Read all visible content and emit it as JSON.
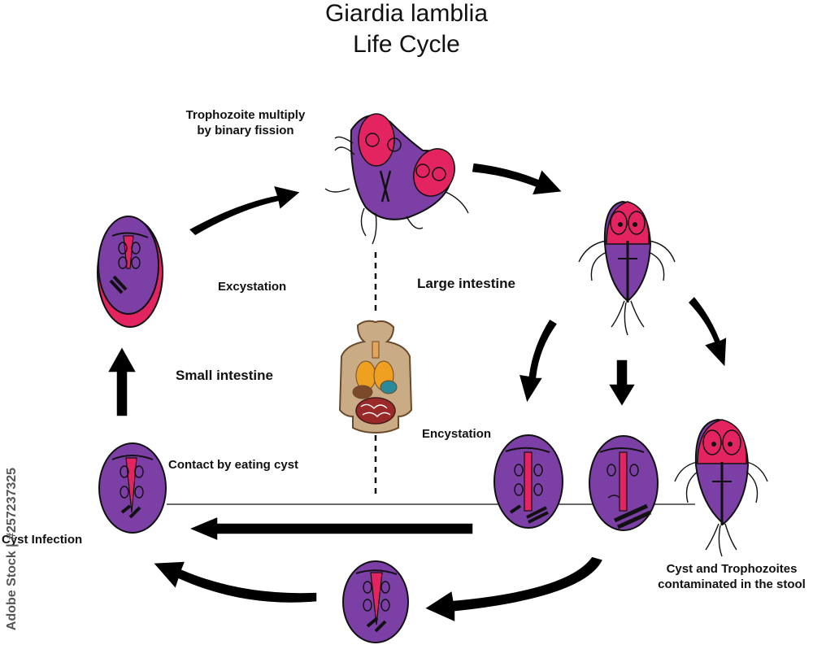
{
  "title": {
    "line1": "Giardia lamblia",
    "line2": "Life Cycle"
  },
  "labels": {
    "trophozoite_multiply": "Trophozoite multiply\nby binary fission",
    "excystation": "Excystation",
    "large_intestine": "Large intestine",
    "small_intestine": "Small intestine",
    "encystation": "Encystation",
    "contact_eating_cyst": "Contact by eating cyst",
    "cyst_infection": "Cyst Infection",
    "cyst_and_trophozoites": "Cyst and Trophozoites\ncontaminated in the stool"
  },
  "watermark": "Adobe Stock | #257237325",
  "colors": {
    "cyst_purple": "#7b3fa6",
    "nucleus_pink": "#e32460",
    "outline": "#111111",
    "arrow_fill": "#000000",
    "body_tan": "#c9ab85"
  }
}
